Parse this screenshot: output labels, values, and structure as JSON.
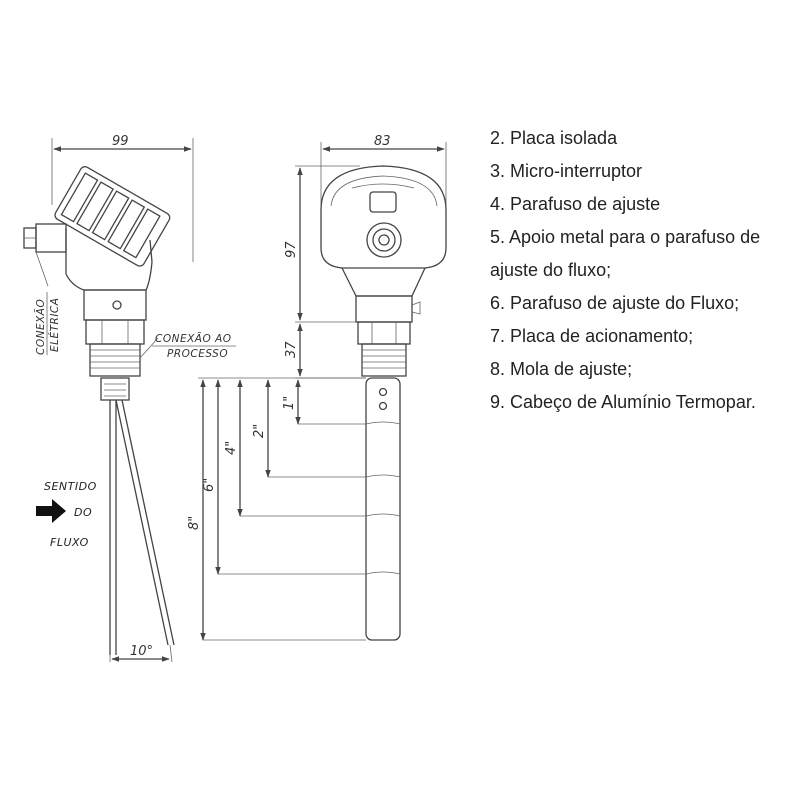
{
  "dimensions": {
    "width_left": "99",
    "width_right": "83",
    "height_head": "97",
    "height_thread": "37",
    "len_1": "1\"",
    "len_2": "2\"",
    "len_4": "4\"",
    "len_6": "6\"",
    "len_8": "8\"",
    "angle": "10°"
  },
  "notes": {
    "conexao_eletrica_1": "CONEXÃO",
    "conexao_eletrica_2": "ELÉTRICA",
    "conexao_processo_1": "CONEXÃO AO",
    "conexao_processo_2": "PROCESSO",
    "sentido": "SENTIDO",
    "do": "DO",
    "fluxo": "FLUXO"
  },
  "legend": [
    "2. Placa isolada",
    "3. Micro-interruptor",
    "4. Parafuso de ajuste",
    "5. Apoio metal para o parafuso de",
    "ajuste do fluxo;",
    "6. Parafuso de ajuste do Fluxo;",
    "7. Placa de acionamento;",
    "8. Mola de ajuste;",
    "9. Cabeço de Alumínio Termopar."
  ],
  "icons": {
    "flow_arrow": "arrow-right-icon"
  }
}
